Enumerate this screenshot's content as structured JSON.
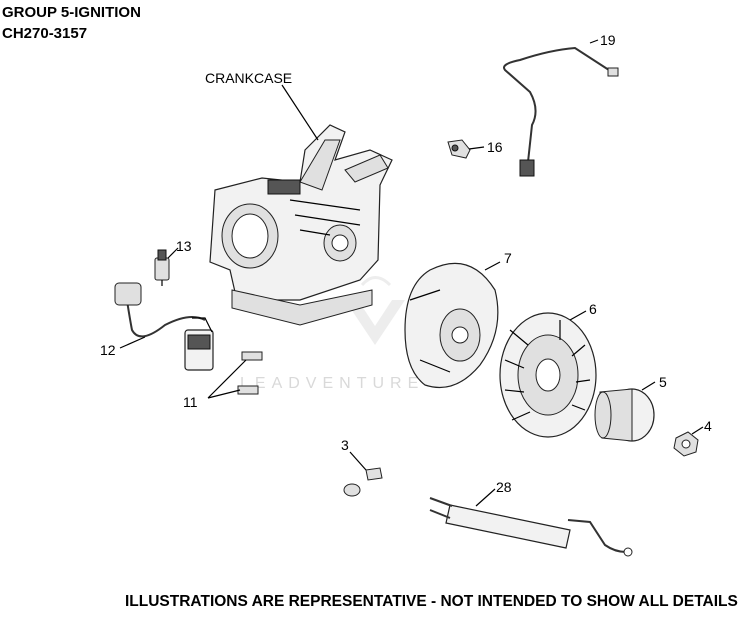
{
  "header": {
    "group_title": "GROUP 5-IGNITION",
    "model_code": "CH270-3157"
  },
  "footer": {
    "disclaimer": "ILLUSTRATIONS ARE REPRESENTATIVE - NOT INTENDED TO SHOW ALL DETAILS"
  },
  "watermark": {
    "text": "LEADVENTURE"
  },
  "callouts": {
    "crankcase": "CRANKCASE",
    "p19": "19",
    "p16": "16",
    "p13": "13",
    "p7": "7",
    "p6": "6",
    "p5": "5",
    "p4": "4",
    "p12": "12",
    "p11": "11",
    "p3": "3",
    "p28": "28"
  }
}
